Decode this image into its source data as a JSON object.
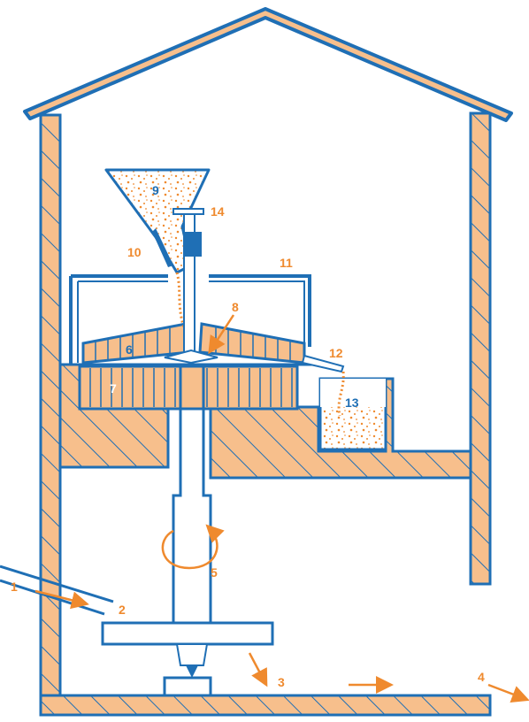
{
  "colors": {
    "outline": "#1f6fb5",
    "wall_fill": "#f7bf8c",
    "orange": "#ef8a2e",
    "background": "#ffffff"
  },
  "labels": {
    "n1": "1",
    "n2": "2",
    "n3": "3",
    "n4": "4",
    "n5": "5",
    "n6": "6",
    "n7": "7",
    "n8": "8",
    "n9": "9",
    "n10": "10",
    "n11": "11",
    "n12": "12",
    "n13": "13",
    "n14": "14"
  }
}
